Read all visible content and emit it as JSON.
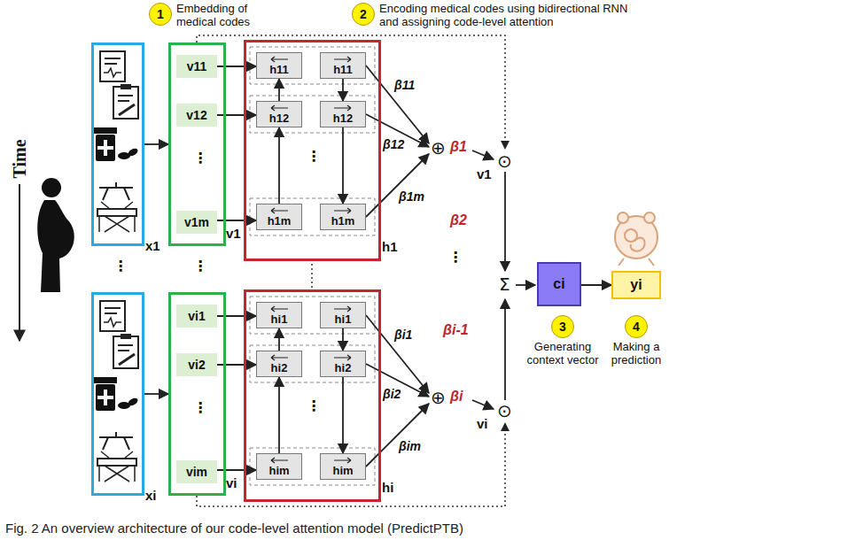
{
  "diagram": {
    "caption": "Fig. 2 An overview architecture of our code-level attention model (PredictPTB)",
    "nodes": [
      {
        "text": [
          "1"
        ]
      },
      {
        "text": [
          "2"
        ]
      },
      {
        "text": [
          "3"
        ]
      },
      {
        "text": [
          "4"
        ]
      },
      {
        "text": [
          "x1"
        ]
      },
      {
        "text": [
          "v1"
        ]
      },
      {
        "text": [
          "v11"
        ],
        "in": 5
      },
      {
        "text": [
          "v12"
        ],
        "in": 5
      },
      {
        "text": [
          "v1m"
        ],
        "in": 5
      },
      {
        "text": [
          "h1"
        ]
      },
      {
        "text": [
          "h11"
        ],
        "in": 9
      },
      {
        "text": [
          "h11"
        ],
        "in": 9
      },
      {
        "text": [
          "h12"
        ],
        "in": 9
      },
      {
        "text": [
          "h12"
        ],
        "in": 9
      },
      {
        "text": [
          "h1m"
        ],
        "in": 9
      },
      {
        "text": [
          "h1m"
        ],
        "in": 9
      },
      {
        "text": [
          "xi"
        ]
      },
      {
        "text": [
          "vi"
        ]
      },
      {
        "text": [
          "vi1"
        ],
        "in": 17
      },
      {
        "text": [
          "vi2"
        ],
        "in": 17
      },
      {
        "text": [
          "vim"
        ],
        "in": 17
      },
      {
        "text": [
          "hi"
        ]
      },
      {
        "text": [
          "hi1"
        ],
        "in": 21
      },
      {
        "text": [
          "hi1"
        ],
        "in": 21
      },
      {
        "text": [
          "hi2"
        ],
        "in": 21
      },
      {
        "text": [
          "hi2"
        ],
        "in": 21
      },
      {
        "text": [
          "him"
        ],
        "in": 21
      },
      {
        "text": [
          "him"
        ],
        "in": 21
      },
      {
        "text": [
          "ci"
        ]
      },
      {
        "text": [
          "yi"
        ]
      }
    ],
    "edges": [
      {
        "from": 4,
        "to": 5,
        "arrow": "to"
      },
      {
        "from": 6,
        "to": 10,
        "arrow": "to"
      },
      {
        "from": 7,
        "to": 12,
        "arrow": "to"
      },
      {
        "from": 8,
        "to": 14,
        "arrow": "to"
      },
      {
        "from": 11,
        "to": 13,
        "arrow": "to"
      },
      {
        "from": 13,
        "to": 15,
        "arrow": "to"
      },
      {
        "from": 14,
        "to": 12,
        "arrow": "to"
      },
      {
        "from": 12,
        "to": 10,
        "arrow": "to"
      },
      {
        "from": 16,
        "to": 17,
        "arrow": "to"
      },
      {
        "from": 18,
        "to": 22,
        "arrow": "to"
      },
      {
        "from": 19,
        "to": 24,
        "arrow": "to"
      },
      {
        "from": 20,
        "to": 26,
        "arrow": "to"
      },
      {
        "from": 23,
        "to": 25,
        "arrow": "to"
      },
      {
        "from": 25,
        "to": 27,
        "arrow": "to"
      },
      {
        "from": 26,
        "to": 24,
        "arrow": "to"
      },
      {
        "from": 24,
        "to": 22,
        "arrow": "to"
      },
      {
        "from": 28,
        "to": 29,
        "arrow": "to"
      }
    ],
    "labels": [
      "Embedding of medical codes",
      "Encoding medical codes using bidirectional RNN and assigning code-level attention",
      "Generating context vector",
      "Making a prediction",
      "Time",
      "β11",
      "β12",
      "β1m",
      "⊕",
      "β1",
      "β2",
      "⋮",
      "βi-1",
      "βi1",
      "βi2",
      "βim",
      "⊕",
      "βi",
      "v1",
      "⊙",
      "Σ",
      "⊙",
      "vi",
      "⋮",
      "⋮",
      "⋮",
      "⋮",
      "⋮",
      "⋮"
    ]
  }
}
